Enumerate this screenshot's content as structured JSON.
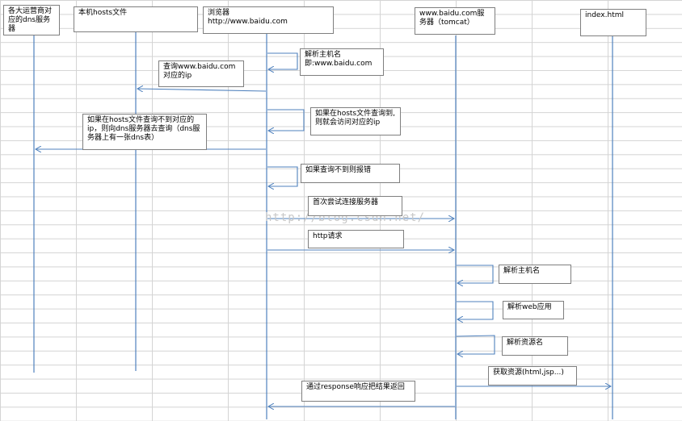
{
  "colors": {
    "lifeline": "#4f81bd",
    "border": "#7f7f7f",
    "grid": "#d4d4d4"
  },
  "participants": [
    {
      "label": "各大运营商对应的dns服务器"
    },
    {
      "label": "本机hosts文件"
    },
    {
      "label": "浏览器\nhttp://www.baidu.com"
    },
    {
      "label": "www.baidu.com服务器（tomcat）"
    },
    {
      "label": "index.html"
    }
  ],
  "messages": [
    {
      "label": "解析主机名\n即:www.baidu.com"
    },
    {
      "label": "查询www.baidu.com对应的ip"
    },
    {
      "label": "如果在hosts文件查询到,\n则就会访问对应的ip"
    },
    {
      "label": "如果在hosts文件查询不到对应的ip，则向dns服务器去查询（dns服务器上有一张dns表）"
    },
    {
      "label": "如果查询不到则报错"
    },
    {
      "label": "首次尝试连接服务器"
    },
    {
      "label": "http请求"
    },
    {
      "label": "解析主机名"
    },
    {
      "label": "解析web应用"
    },
    {
      "label": "解析资源名"
    },
    {
      "label": "获取资源(html,jsp...)"
    },
    {
      "label": "通过response响应把结果返回"
    }
  ],
  "watermark": "http://blog.csdn.net/"
}
